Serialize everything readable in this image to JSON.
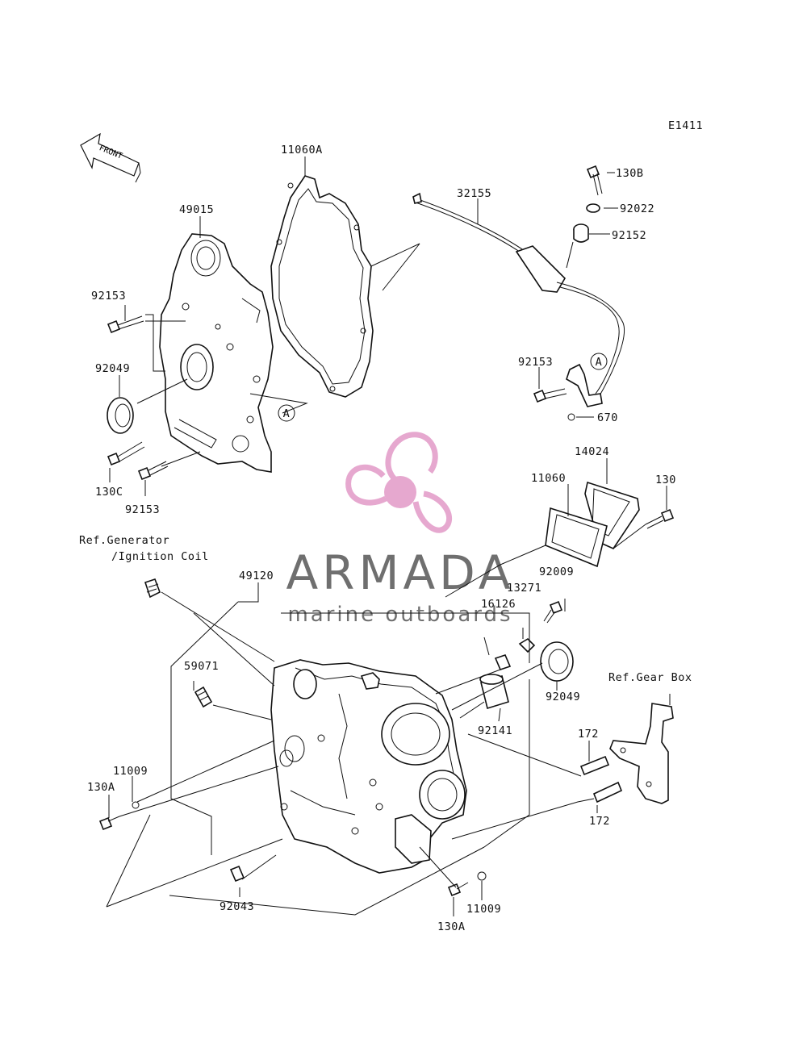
{
  "diagram_code": "E1411",
  "front_label": "FRONT",
  "callout_ref": "A",
  "watermark": {
    "brand": "ARMADA",
    "tagline": "marine outboards",
    "brand_color": "#6f6f6f",
    "logo_color": "#e6a8cf"
  },
  "parts": {
    "p11060A": "11060A",
    "p49015": "49015",
    "p92153_a": "92153",
    "p92049_a": "92049",
    "p130C": "130C",
    "p92153_b": "92153",
    "p32155": "32155",
    "p130B": "130B",
    "p92022": "92022",
    "p92152": "92152",
    "p92153_c": "92153",
    "p670": "670",
    "p14024": "14024",
    "p11060": "11060",
    "p130": "130",
    "p49120": "49120",
    "p92009": "92009",
    "p13271": "13271",
    "p16126": "16126",
    "p92049_b": "92049",
    "p59071": "59071",
    "p92141": "92141",
    "p172_a": "172",
    "p172_b": "172",
    "p11009_a": "11009",
    "p130A_a": "130A",
    "p92043": "92043",
    "p11009_b": "11009",
    "p130A_b": "130A"
  },
  "refs": {
    "generator_line1": "Ref.Generator",
    "generator_line2": "/Ignition Coil",
    "gearbox": "Ref.Gear Box"
  }
}
